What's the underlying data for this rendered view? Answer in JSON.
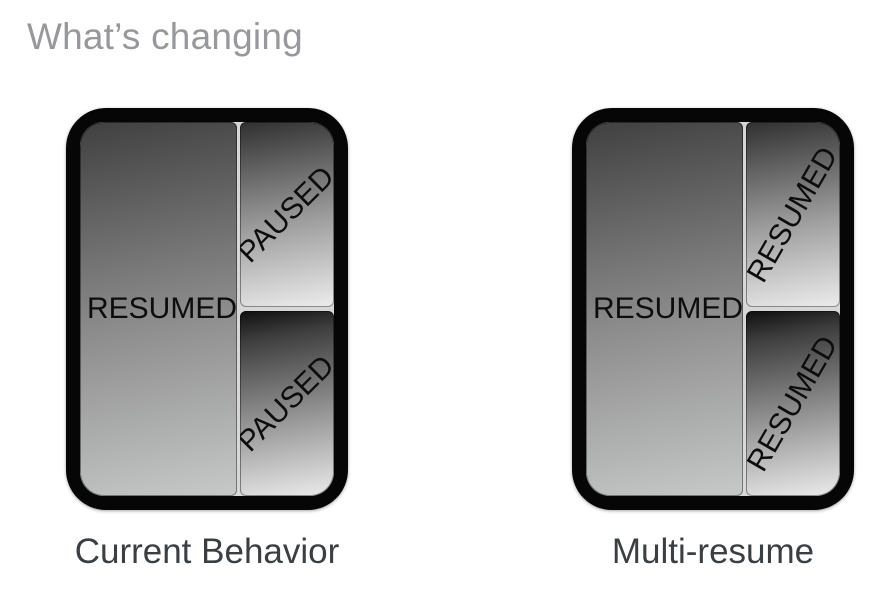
{
  "title": "What’s changing",
  "devices": [
    {
      "id": "current-behavior",
      "caption": "Current Behavior",
      "main_pane_label": "RESUMED",
      "top_right_pane_label": "PAUSED",
      "bottom_right_pane_label": "PAUSED",
      "side_label_rotation_deg": -45
    },
    {
      "id": "multi-resume",
      "caption": "Multi-resume",
      "main_pane_label": "RESUMED",
      "top_right_pane_label": "RESUMED",
      "bottom_right_pane_label": "RESUMED",
      "side_label_rotation_deg": -60
    }
  ],
  "colors": {
    "page_background": "#ffffff",
    "title_text": "#97989b",
    "caption_text": "#3b3f42",
    "pane_label_text": "#0d0d0d",
    "device_bezel": "#060606",
    "pane_gradient_dark": "#3f3f3f",
    "pane_gradient_light": "#ececec",
    "bottom_pane_gradient_top": "#0f0f0f",
    "pane_gap": "#d7d7d7"
  }
}
